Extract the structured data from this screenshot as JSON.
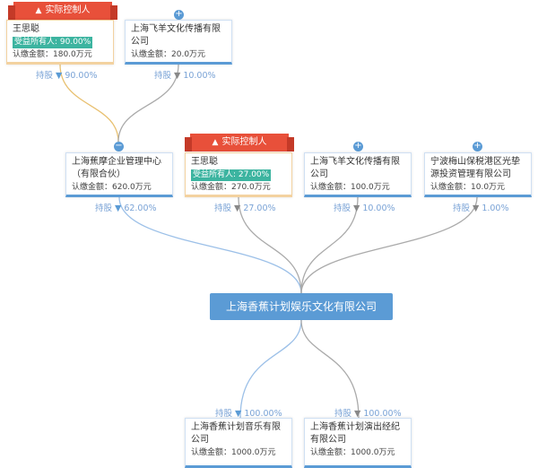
{
  "tag_label": "实际控制人",
  "top_row": [
    {
      "name": "王思聪",
      "badge": "受益所有人: 90.00%",
      "amount": "认缴金额：180.0万元",
      "share_label": "持股",
      "share": "90.00%"
    },
    {
      "name": "上海飞羊文化传播有限公司",
      "amount": "认缴金额：20.0万元",
      "share_label": "持股",
      "share": "10.00%"
    }
  ],
  "middle_row": [
    {
      "name": "上海蕉摩企业管理中心（有限合伙）",
      "amount": "认缴金额：620.0万元",
      "share_label": "持股",
      "share": "62.00%"
    },
    {
      "name": "王思聪",
      "badge": "受益所有人: 27.00%",
      "amount": "认缴金额：270.0万元",
      "share_label": "持股",
      "share": "27.00%"
    },
    {
      "name": "上海飞羊文化传播有限公司",
      "amount": "认缴金额：100.0万元",
      "share_label": "持股",
      "share": "10.00%"
    },
    {
      "name": "宁波梅山保税港区光挚源投资管理有限公司",
      "amount": "认缴金额：10.0万元",
      "share_label": "持股",
      "share": "1.00%"
    }
  ],
  "center": {
    "name": "上海香蕉计划娱乐文化有限公司"
  },
  "bottom_row": [
    {
      "name": "上海香蕉计划音乐有限公司",
      "amount": "认缴金额：1000.0万元",
      "share_label": "持股",
      "share": "100.00%"
    },
    {
      "name": "上海香蕉计划演出经纪有限公司",
      "amount": "认缴金额：1000.0万元",
      "share_label": "持股",
      "share": "100.00%"
    }
  ],
  "colors": {
    "blue": "#5b9bd5",
    "orange": "#f0a030",
    "red_tag": "#e8503a",
    "teal_badge": "#3cb4a0"
  }
}
